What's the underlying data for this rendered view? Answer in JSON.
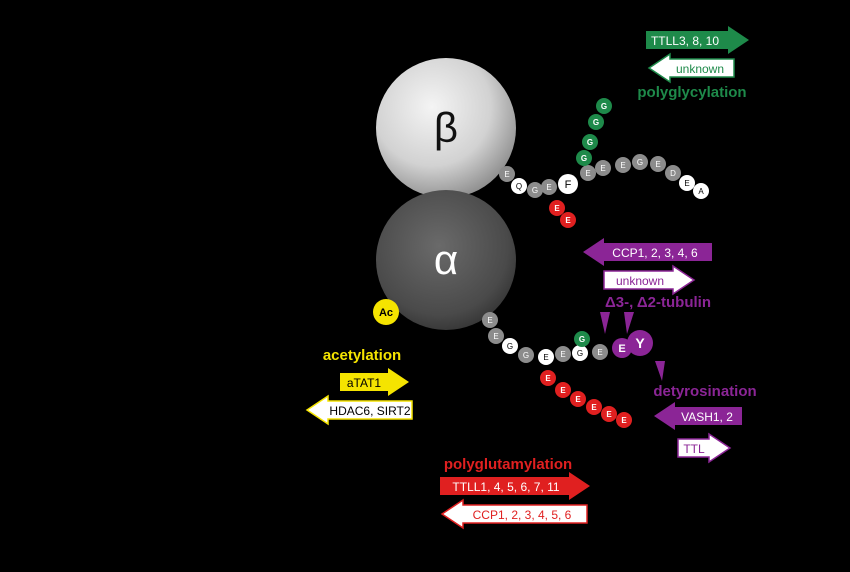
{
  "colors": {
    "green": "#1e8a4a",
    "purple": "#8b2596",
    "red": "#e02020",
    "yellow": "#f5e400",
    "residue_light": "#ffffff",
    "residue_gray": "#8c8c8c"
  },
  "subunits": {
    "beta": "β",
    "alpha": "α"
  },
  "ac_label": "Ac",
  "beta_residues": [
    "E",
    "Q",
    "G",
    "E",
    "F",
    "E",
    "E",
    "E",
    "G",
    "E",
    "D",
    "E",
    "A"
  ],
  "beta_glu_branch": [
    "E",
    "E"
  ],
  "beta_gly_branch": [
    "G",
    "G",
    "G",
    "G"
  ],
  "alpha_residues": [
    "E",
    "E",
    "G",
    "G",
    "E",
    "E",
    "G",
    "E",
    "E",
    "Y"
  ],
  "alpha_gly_branch": [
    "G"
  ],
  "alpha_glu_branch": [
    "E",
    "E",
    "E",
    "E",
    "E",
    "E"
  ],
  "polyglycylation": {
    "title": "polyglycylation",
    "writer": "TTLL3, 8, 10",
    "eraser": "unknown"
  },
  "detyr_removal": {
    "eraser": "CCP1, 2, 3, 4, 6",
    "writer": "unknown",
    "product": "Δ3-, Δ2-tubulin"
  },
  "detyrosination": {
    "title": "detyrosination",
    "writer": "VASH1, 2",
    "eraser": "TTL"
  },
  "acetylation": {
    "title": "acetylation",
    "writer": "aTAT1",
    "eraser": "HDAC6, SIRT2"
  },
  "polyglutamylation": {
    "title": "polyglutamylation",
    "writer": "TTLL1, 4, 5, 6, 7, 11",
    "eraser": "CCP1, 2, 3, 4, 5, 6"
  }
}
